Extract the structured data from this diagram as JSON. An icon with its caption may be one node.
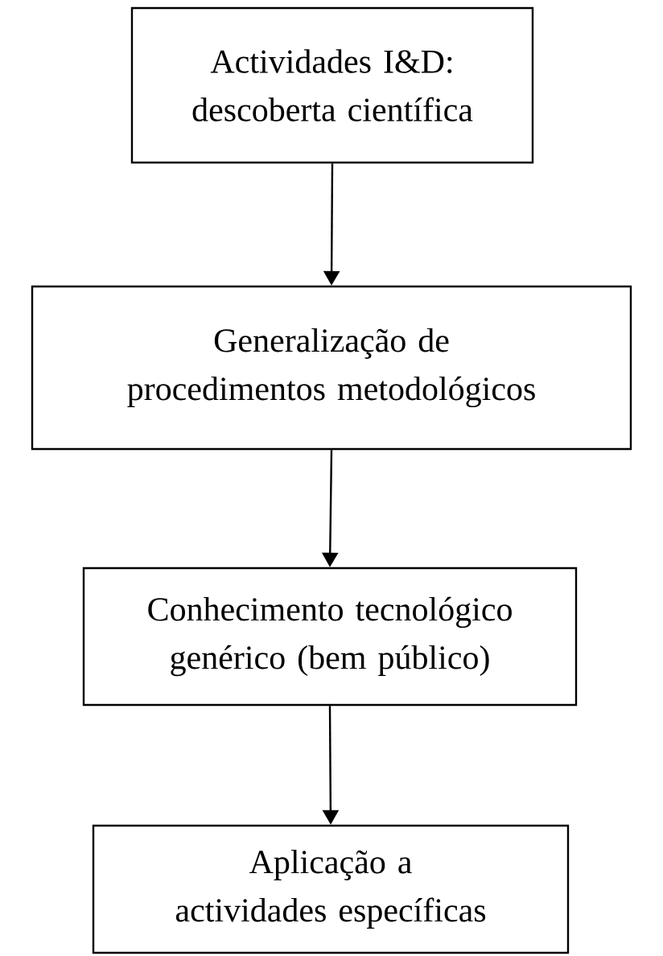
{
  "diagram": {
    "nodes": [
      {
        "text": [
          "Actividades I&D: descoberta científica"
        ]
      },
      {
        "text": [
          "Generalização de procedimentos metodológicos"
        ]
      },
      {
        "text": [
          "Conhecimento tecnológico genérico (bem público)"
        ]
      },
      {
        "text": [
          "Aplicação a actividades específicas"
        ]
      }
    ],
    "edges": [
      {
        "from": 0,
        "to": 1,
        "arrow": "to"
      },
      {
        "from": 1,
        "to": 2,
        "arrow": "to"
      },
      {
        "from": 2,
        "to": 3,
        "arrow": "to"
      }
    ]
  }
}
